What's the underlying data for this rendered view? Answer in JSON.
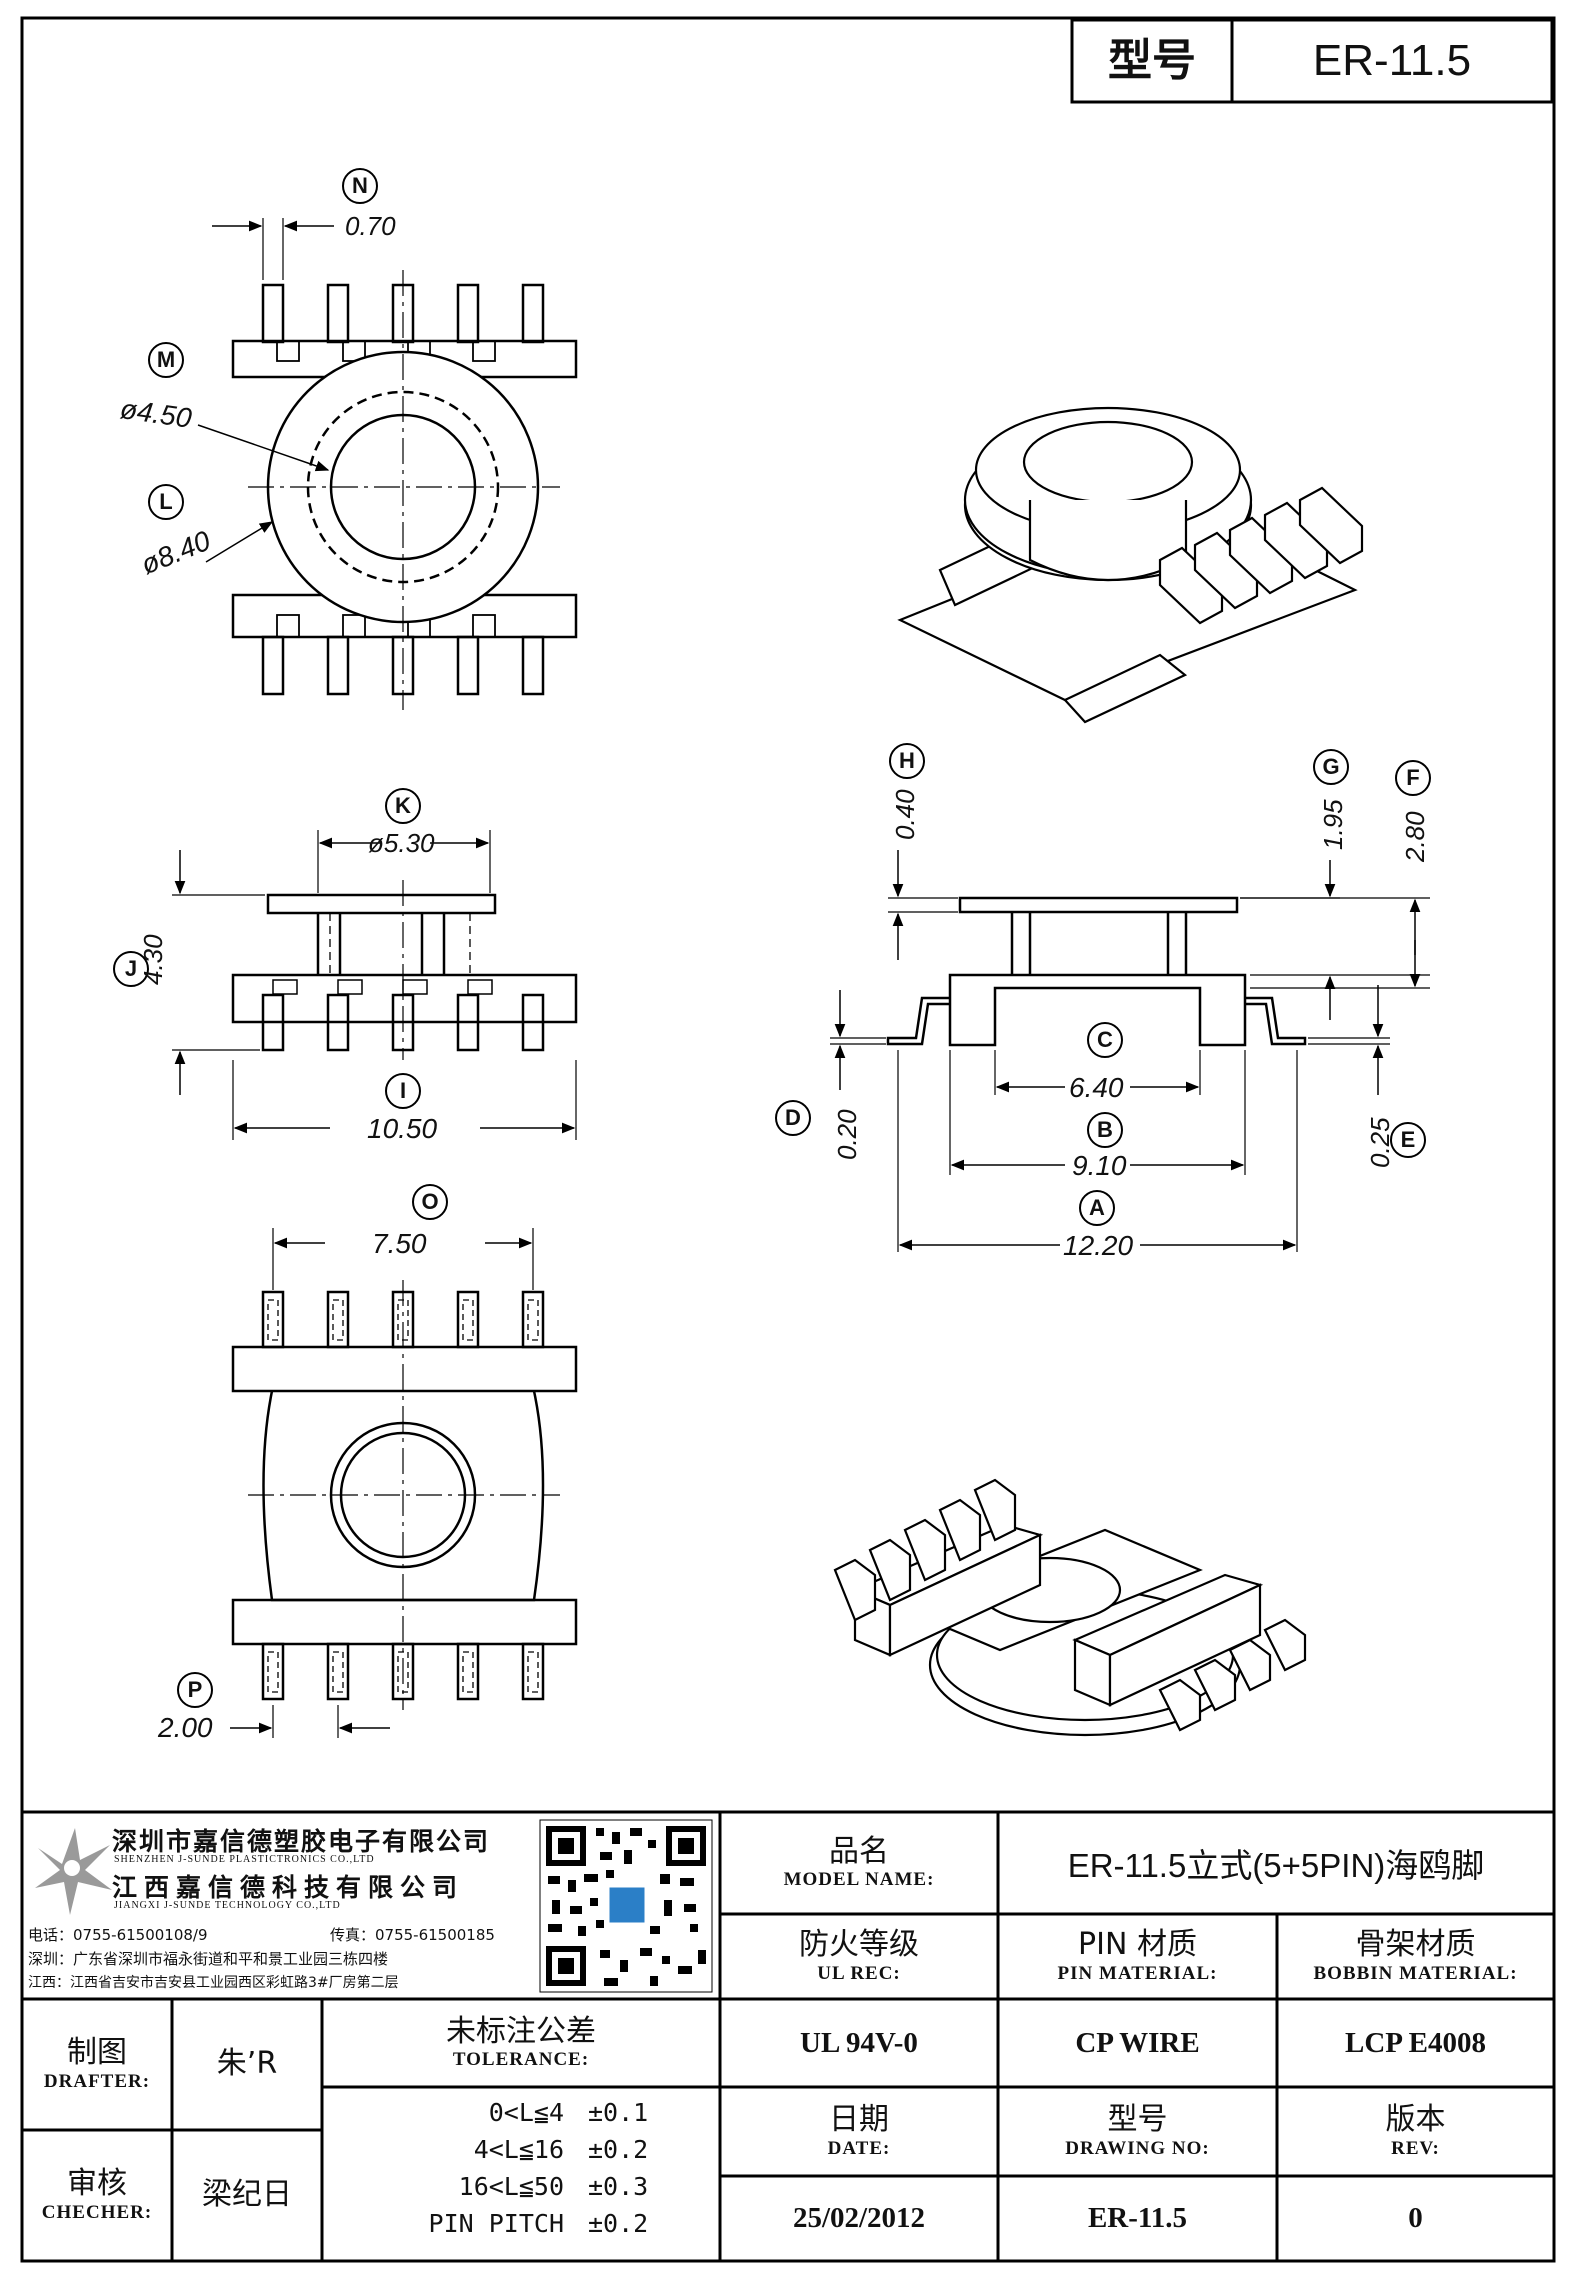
{
  "header": {
    "model_label": "型号",
    "model_value": "ER-11.5"
  },
  "dimensions": {
    "N": {
      "letter": "N",
      "value": "0.70"
    },
    "M": {
      "letter": "M",
      "value": "ø4.50"
    },
    "L": {
      "letter": "L",
      "value": "ø8.40"
    },
    "K": {
      "letter": "K",
      "value": "ø5.30"
    },
    "J": {
      "letter": "J",
      "value": "4.30"
    },
    "I": {
      "letter": "I",
      "value": "10.50"
    },
    "O": {
      "letter": "O",
      "value": "7.50"
    },
    "P": {
      "letter": "P",
      "value": "2.00"
    },
    "H": {
      "letter": "H",
      "value": "0.40"
    },
    "G": {
      "letter": "G",
      "value": "1.95"
    },
    "F": {
      "letter": "F",
      "value": "2.80"
    },
    "C": {
      "letter": "C",
      "value": "6.40"
    },
    "B": {
      "letter": "B",
      "value": "9.10"
    },
    "A": {
      "letter": "A",
      "value": "12.20"
    },
    "D": {
      "letter": "D",
      "value": "0.20"
    },
    "E": {
      "letter": "E",
      "value": "0.25"
    }
  },
  "company": {
    "name_sz": "深圳市嘉信德塑胶电子有限公司",
    "name_sz_en": "SHENZHEN J-SUNDE PLASTICTRONICS CO.,LTD",
    "name_jx": "江西嘉信德科技有限公司",
    "name_jx_en": "JIANGXI J-SUNDE TECHNOLOGY CO.,LTD",
    "phone": "电话：0755-61500108/9",
    "fax": "传真：0755-61500185",
    "addr_sz": "深圳：广东省深圳市福永街道和平和景工业园三栋四楼",
    "addr_jx": "江西：江西省吉安市吉安县工业园西区彩虹路3#厂房第二层"
  },
  "title_block": {
    "model_name_zh": "品名",
    "model_name_en": "MODEL NAME:",
    "model_name_value": "ER-11.5立式(5+5PIN)海鸥脚",
    "ul_zh": "防火等级",
    "ul_en": "UL REC:",
    "ul_value": "UL 94V-0",
    "pin_zh": "PIN 材质",
    "pin_en": "PIN MATERIAL:",
    "pin_value": "CP WIRE",
    "bobbin_zh": "骨架材质",
    "bobbin_en": "BOBBIN MATERIAL:",
    "bobbin_value": "LCP E4008",
    "date_zh": "日期",
    "date_en": "DATE:",
    "date_value": "25/02/2012",
    "drawing_zh": "型号",
    "drawing_en": "DRAWING NO:",
    "drawing_value": "ER-11.5",
    "rev_zh": "版本",
    "rev_en": "REV:",
    "rev_value": "0",
    "drafter_zh": "制图",
    "drafter_en": "DRAFTER:",
    "drafter_value": "朱’R",
    "checker_zh": "审核",
    "checker_en": "CHECHER:",
    "checker_value": "梁纪日",
    "tolerance_zh": "未标注公差",
    "tolerance_en": "TOLERANCE:",
    "tolerances": [
      {
        "range": "0<L≦4",
        "value": "±0.1"
      },
      {
        "range": "4<L≦16",
        "value": "±0.2"
      },
      {
        "range": "16<L≦50",
        "value": "±0.3"
      },
      {
        "range": "PIN PITCH",
        "value": "±0.2"
      }
    ]
  }
}
